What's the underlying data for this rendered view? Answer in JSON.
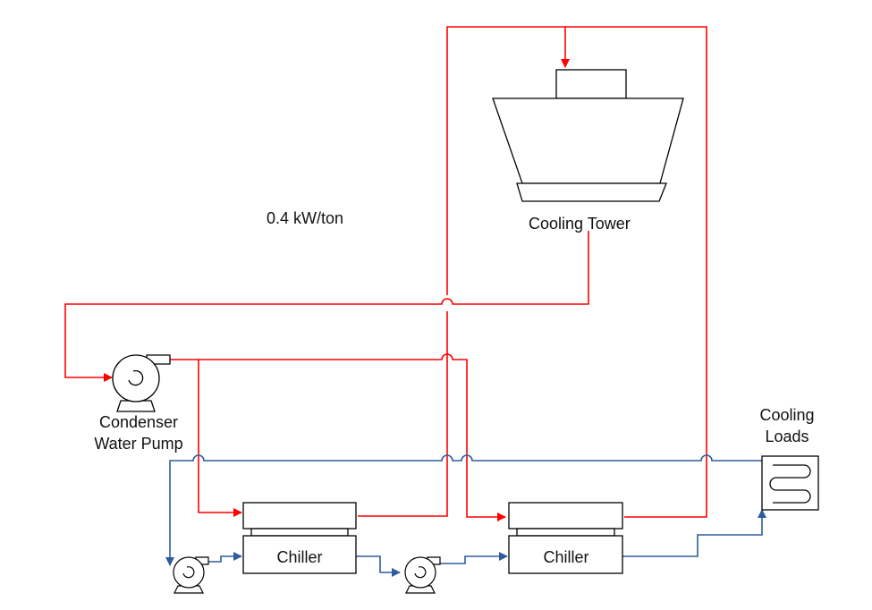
{
  "labels": {
    "efficiency": "0.4 kW/ton",
    "cooling_tower": "Cooling Tower",
    "condenser_pump_line1": "Condenser",
    "condenser_pump_line2": "Water Pump",
    "cooling_loads_line1": "Cooling",
    "cooling_loads_line2": "Loads",
    "chiller_1": "Chiller",
    "chiller_2": "Chiller"
  },
  "colors": {
    "condenser_loop": "#ff0000",
    "chilled_loop": "#2e5c9e",
    "equipment_outline": "#000000"
  }
}
